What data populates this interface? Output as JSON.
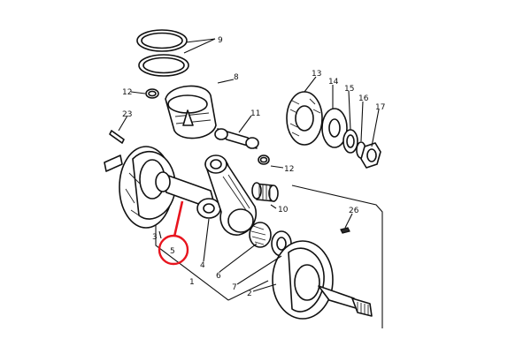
{
  "callouts": [
    {
      "id": "p1",
      "label": "1"
    },
    {
      "id": "p2",
      "label": "2"
    },
    {
      "id": "p3",
      "label": "3"
    },
    {
      "id": "p4",
      "label": "4"
    },
    {
      "id": "p5",
      "label": "5"
    },
    {
      "id": "p6",
      "label": "6"
    },
    {
      "id": "p7",
      "label": "7"
    },
    {
      "id": "p8",
      "label": "8"
    },
    {
      "id": "p9",
      "label": "9"
    },
    {
      "id": "p10",
      "label": "10"
    },
    {
      "id": "p11",
      "label": "11"
    },
    {
      "id": "p12a",
      "label": "12"
    },
    {
      "id": "p12b",
      "label": "12"
    },
    {
      "id": "p13",
      "label": "13"
    },
    {
      "id": "p14",
      "label": "14"
    },
    {
      "id": "p15",
      "label": "15"
    },
    {
      "id": "p16",
      "label": "16"
    },
    {
      "id": "p17",
      "label": "17"
    },
    {
      "id": "p23",
      "label": "23"
    },
    {
      "id": "p26",
      "label": "26"
    }
  ],
  "highlight": {
    "target_label": "5",
    "color": "#e8141e"
  }
}
